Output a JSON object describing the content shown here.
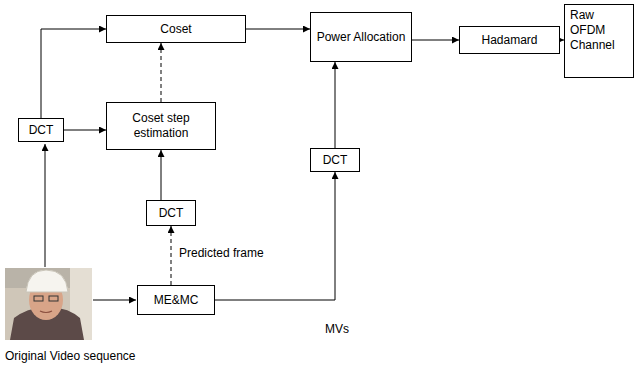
{
  "diagram": {
    "nodes": [
      {
        "text": [
          "Coset"
        ]
      },
      {
        "text": [
          "Power Allocation"
        ]
      },
      {
        "text": [
          "Hadamard"
        ]
      },
      {
        "text": [
          "Raw OFDM Channel"
        ]
      },
      {
        "text": [
          "DCT"
        ]
      },
      {
        "text": [
          "Coset step estimation"
        ]
      },
      {
        "text": [
          "DCT"
        ]
      },
      {
        "text": [
          "DCT"
        ]
      },
      {
        "text": [
          "ME&MC"
        ]
      }
    ],
    "edges": [
      {
        "from": 4,
        "to": 0,
        "arrow": "to"
      },
      {
        "from": 4,
        "to": 5,
        "arrow": "to"
      },
      {
        "from": 5,
        "to": 0,
        "arrow": "to"
      },
      {
        "from": 6,
        "to": 5,
        "arrow": "to"
      },
      {
        "from": 8,
        "to": 6,
        "arrow": "to",
        "label": "Predicted frame"
      },
      {
        "from": 8,
        "to": 7,
        "arrow": "to",
        "label": "MVs"
      },
      {
        "from": 7,
        "to": 1,
        "arrow": "to"
      },
      {
        "from": 0,
        "to": 1,
        "arrow": "to"
      },
      {
        "from": 1,
        "to": 2,
        "arrow": "to"
      },
      {
        "from": 2,
        "to": 3,
        "arrow": "to"
      }
    ],
    "labels": [
      "Original Video sequence"
    ]
  }
}
